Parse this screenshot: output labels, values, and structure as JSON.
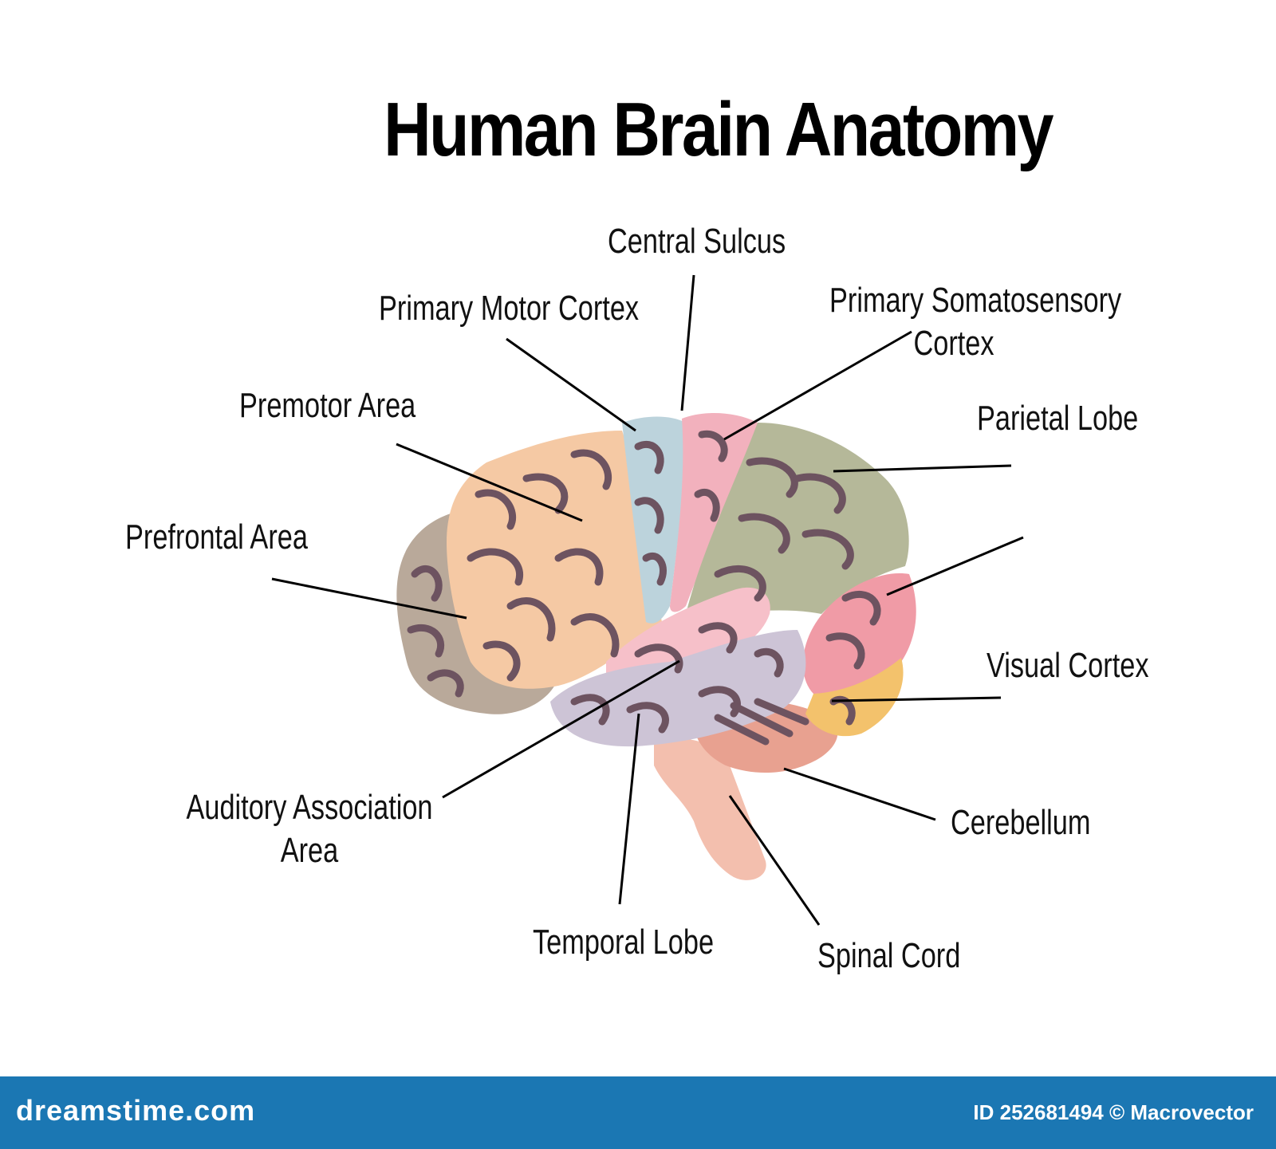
{
  "title": "Human Brain Anatomy",
  "labels": {
    "central_sulcus": "Central Sulcus",
    "primary_motor_cortex": "Primary Motor Cortex",
    "primary_somatosensory_line1": "Primary Somatosensory",
    "primary_somatosensory_line2": "Cortex",
    "premotor_area": "Premotor Area",
    "parietal_lobe": "Parietal Lobe",
    "prefrontal_area": "Prefrontal Area",
    "visual_cortex": "Visual Cortex",
    "auditory_line1": "Auditory Association",
    "auditory_line2": "Area",
    "cerebellum": "Cerebellum",
    "temporal_lobe": "Temporal Lobe",
    "spinal_cord": "Spinal Cord"
  },
  "colors": {
    "prefrontal": "#b9a99a",
    "premotor": "#f5c9a4",
    "motor": "#bcd3dc",
    "somatosensory": "#f2b1bd",
    "parietal": "#b5b899",
    "occipital_pink": "#f09ba6",
    "visual": "#f3c26c",
    "auditory": "#f6c0c9",
    "temporal": "#cdc4d6",
    "cerebellum": "#e8a190",
    "spinal_cord": "#f3bfae",
    "gyri": "#6d5360",
    "footer": "#1b77b3"
  },
  "footer": {
    "site": "dreamstime.com",
    "id_text": "ID 252681494 © Macrovector"
  }
}
